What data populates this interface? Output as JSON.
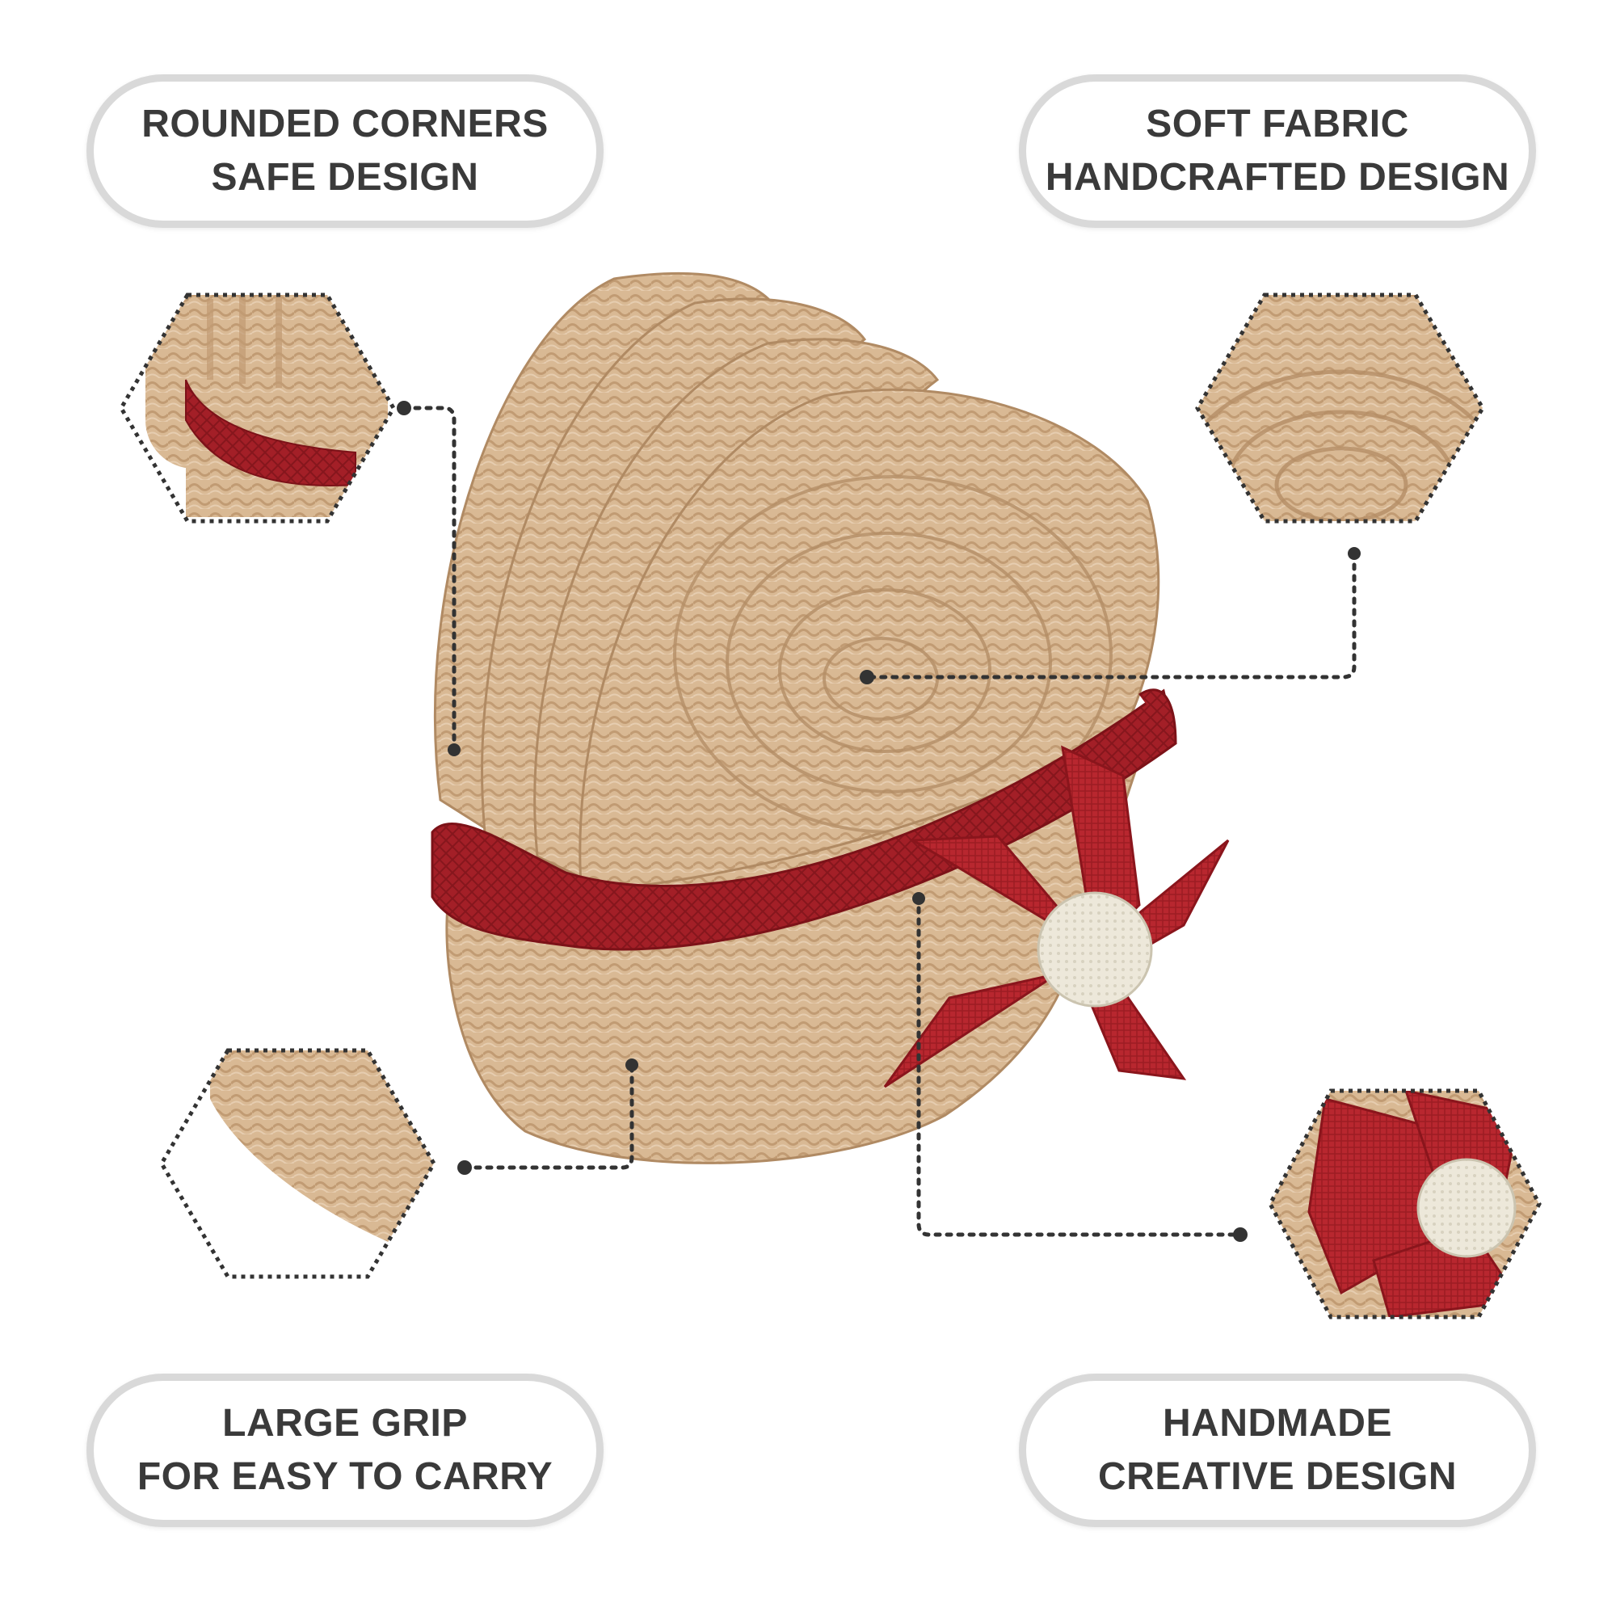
{
  "features": {
    "top_left": {
      "line1": "ROUNDED CORNERS",
      "line2": "SAFE DESIGN"
    },
    "top_right": {
      "line1": "SOFT FABRIC",
      "line2": "HANDCRAFTED DESIGN"
    },
    "bottom_left": {
      "line1": "LARGE GRIP",
      "line2": "FOR EASY TO CARRY"
    },
    "bottom_right": {
      "line1": "HANDMADE",
      "line2": "CREATIVE DESIGN"
    }
  },
  "colors": {
    "jute": "#d6b48f",
    "jute_dark": "#b89470",
    "red_trim": "#9e1b22",
    "flower_red": "#b3232b",
    "flower_center": "#ece7d8",
    "text": "#3a3a3a",
    "pill_border": "#d9d9d9",
    "connector": "#333333"
  }
}
